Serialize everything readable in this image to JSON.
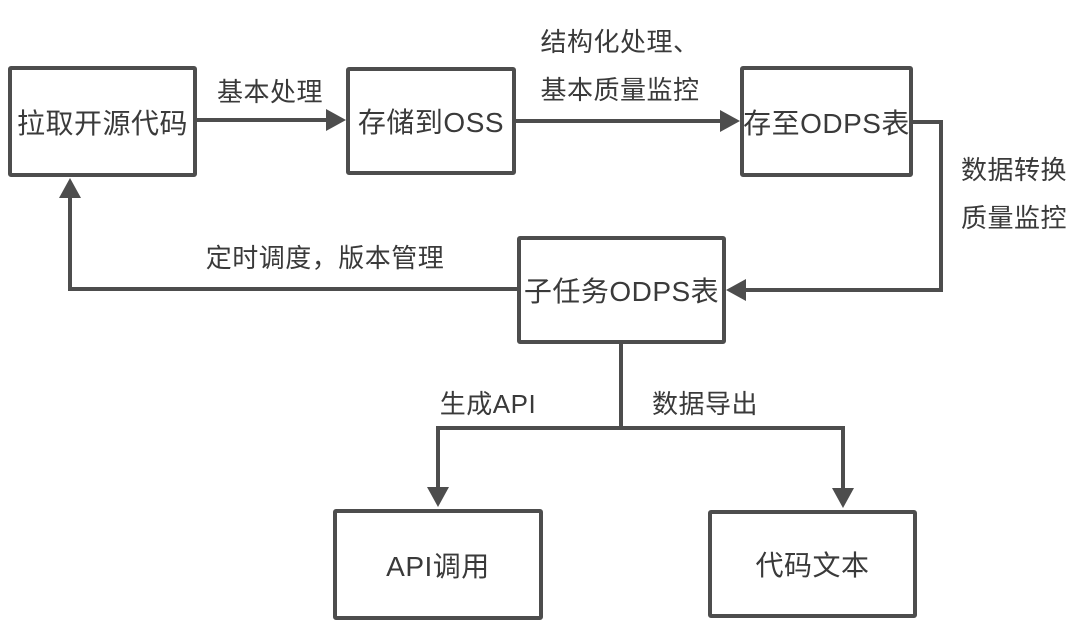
{
  "colors": {
    "stroke": "#4d4d4d",
    "text": "#3a3a3a",
    "bg": "#ffffff"
  },
  "nodes": {
    "pull_source": "拉取开源代码",
    "store_oss": "存储到OSS",
    "store_odps": "存至ODPS表",
    "subtask_odps": "子任务ODPS表",
    "api_call": "API调用",
    "code_text": "代码文本"
  },
  "edges": {
    "basic_processing": "基本处理",
    "structured_line1": "结构化处理、",
    "structured_line2": "基本质量监控",
    "transform_line1": "数据转换",
    "transform_line2": "质量监控",
    "schedule": "定时调度，版本管理",
    "generate_api": "生成API",
    "data_export": "数据导出"
  }
}
